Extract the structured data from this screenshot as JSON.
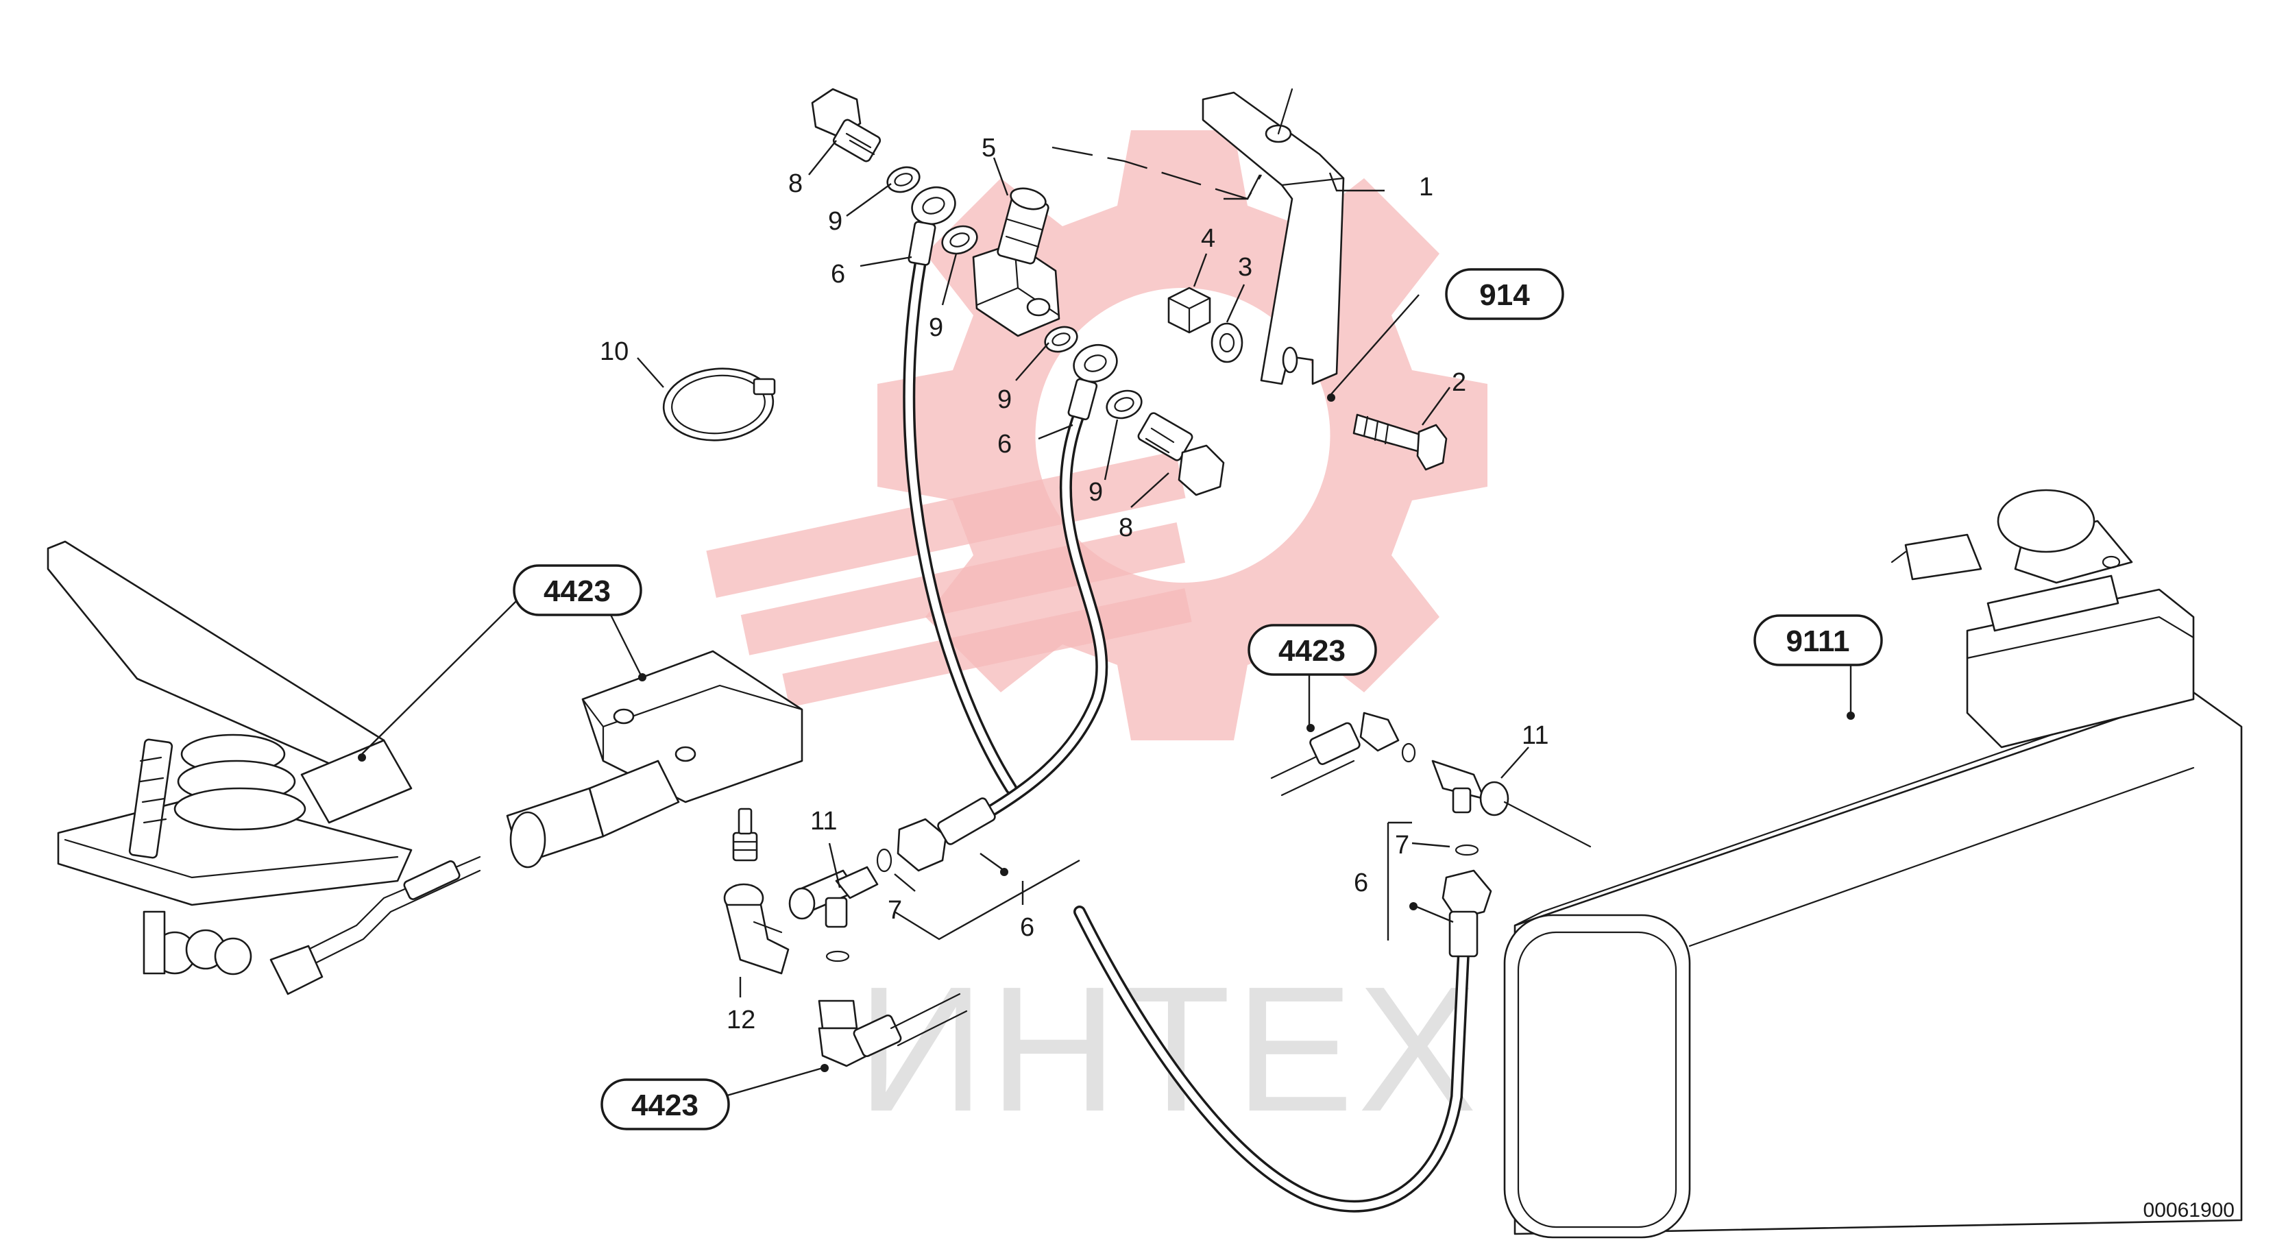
{
  "watermark": {
    "text": "ИНТЕХ"
  },
  "drawing_number": "00061900",
  "reference_groups": [
    {
      "id": "914"
    },
    {
      "id": "4423"
    },
    {
      "id": "9111"
    }
  ],
  "callouts": {
    "c1": "1",
    "c2": "2",
    "c3": "3",
    "c4": "4",
    "c5": "5",
    "c6": "6",
    "c7": "7",
    "c8": "8",
    "c9": "9",
    "c10": "10",
    "c11": "11",
    "c12": "12"
  },
  "colors": {
    "line": "#1a1a1a",
    "watermark_gear": "#f6b9b9",
    "watermark_text": "#bdbdbd"
  }
}
